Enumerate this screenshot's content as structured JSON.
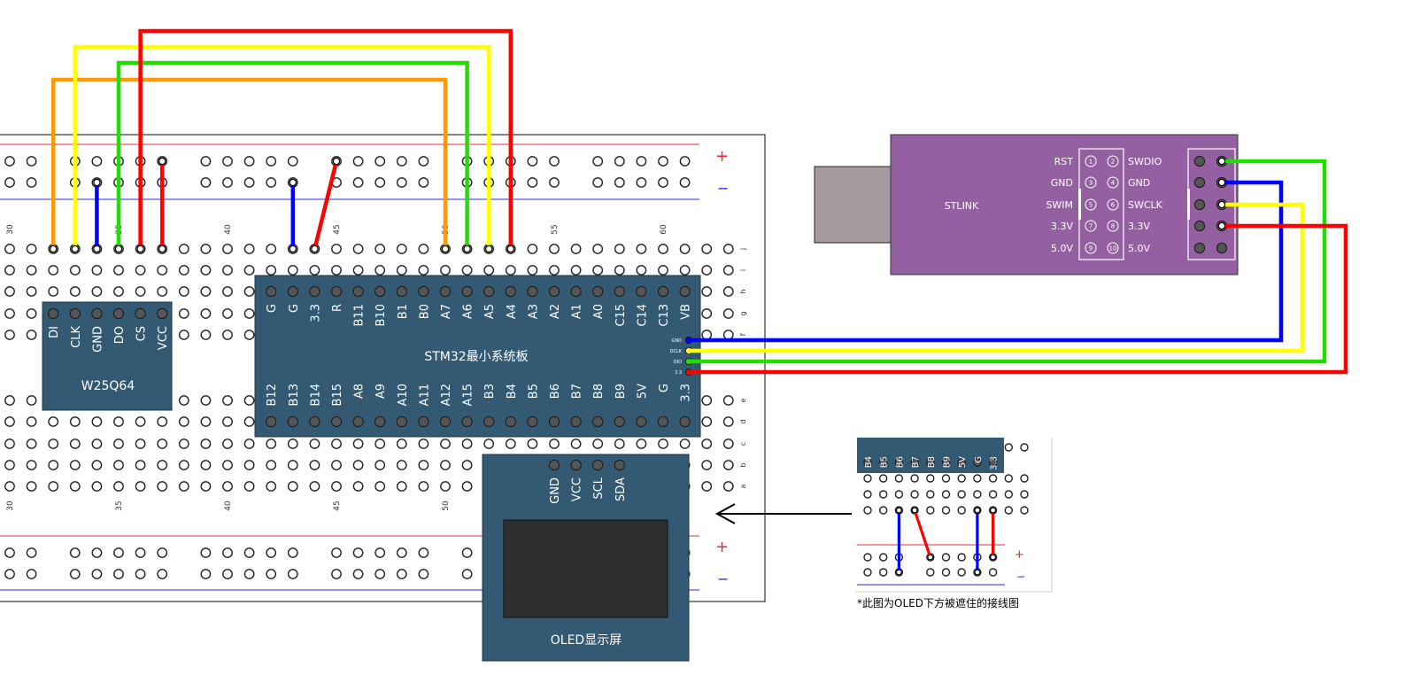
{
  "colors": {
    "red": "#ff0000",
    "blue": "#0000ff",
    "green": "#22dd00",
    "yellow": "#ffff00",
    "orange": "#ff9900",
    "module": "#335a72",
    "stlink": "#9460a2",
    "usb": "#a59aa0",
    "screen": "#2e2e2e"
  },
  "breadboard": {
    "col_numbers": [
      "30",
      "35",
      "40",
      "45",
      "50",
      "55",
      "60"
    ],
    "row_letters_top": [
      "j",
      "i",
      "h",
      "g",
      "f"
    ],
    "row_letters_bottom": [
      "e",
      "d",
      "c",
      "b",
      "a"
    ],
    "plus": "+",
    "minus": "−"
  },
  "w25q64": {
    "title": "W25Q64",
    "pins": [
      "DI",
      "CLK",
      "GND",
      "DO",
      "CS",
      "VCC"
    ]
  },
  "stm32": {
    "title": "STM32最小系统板",
    "top_pins": [
      "G",
      "G",
      "3.3",
      "R",
      "B11",
      "B10",
      "B1",
      "B0",
      "A7",
      "A6",
      "A5",
      "A4",
      "A3",
      "A2",
      "A1",
      "A0",
      "C15",
      "C14",
      "C13",
      "VB"
    ],
    "bottom_pins": [
      "B12",
      "B13",
      "B14",
      "B15",
      "A8",
      "A9",
      "A10",
      "A11",
      "A12",
      "A15",
      "B3",
      "B4",
      "B5",
      "B6",
      "B7",
      "B8",
      "B9",
      "5V",
      "G",
      "3.3"
    ],
    "side_pins": [
      "GND",
      "DCLK",
      "DIO",
      "3.3"
    ]
  },
  "oled": {
    "title": "OLED显示屏",
    "pins": [
      "GND",
      "VCC",
      "SCL",
      "SDA"
    ]
  },
  "stlink": {
    "title": "STLINK",
    "left_labels": [
      "RST",
      "GND",
      "SWIM",
      "3.3V",
      "5.0V"
    ],
    "right_labels": [
      "SWDIO",
      "GND",
      "SWCLK",
      "3.3V",
      "5.0V"
    ],
    "pin_numbers": [
      "1",
      "2",
      "3",
      "4",
      "5",
      "6",
      "7",
      "8",
      "9",
      "10"
    ]
  },
  "inset": {
    "pins": [
      "B4",
      "B5",
      "B6",
      "B7",
      "B8",
      "B9",
      "5V",
      "G",
      "3.3"
    ],
    "plus": "+",
    "minus": "−",
    "caption": "*此图为OLED下方被遮住的接线图"
  }
}
